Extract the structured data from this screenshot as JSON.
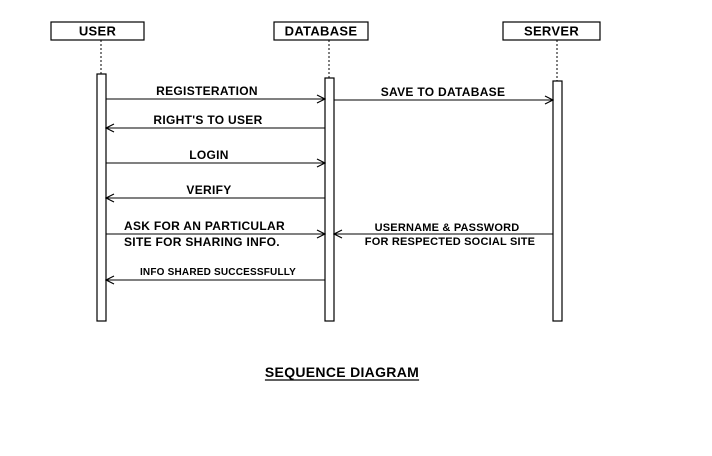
{
  "participants": {
    "user": "USER",
    "database": "DATABASE",
    "server": "SERVER"
  },
  "messages": {
    "registration": "REGISTERATION",
    "save_to_database": "SAVE TO DATABASE",
    "rights_to_user": "RIGHT'S TO USER",
    "login": "LOGIN",
    "verify": "VERIFY",
    "ask_site_line1": "ASK FOR AN PARTICULAR",
    "ask_site_line2": "SITE FOR SHARING INFO.",
    "credentials_line1": "USERNAME & PASSWORD",
    "credentials_line2": "FOR RESPECTED SOCIAL SITE",
    "info_shared": "INFO SHARED SUCCESSFULLY"
  },
  "title": "SEQUENCE DIAGRAM"
}
